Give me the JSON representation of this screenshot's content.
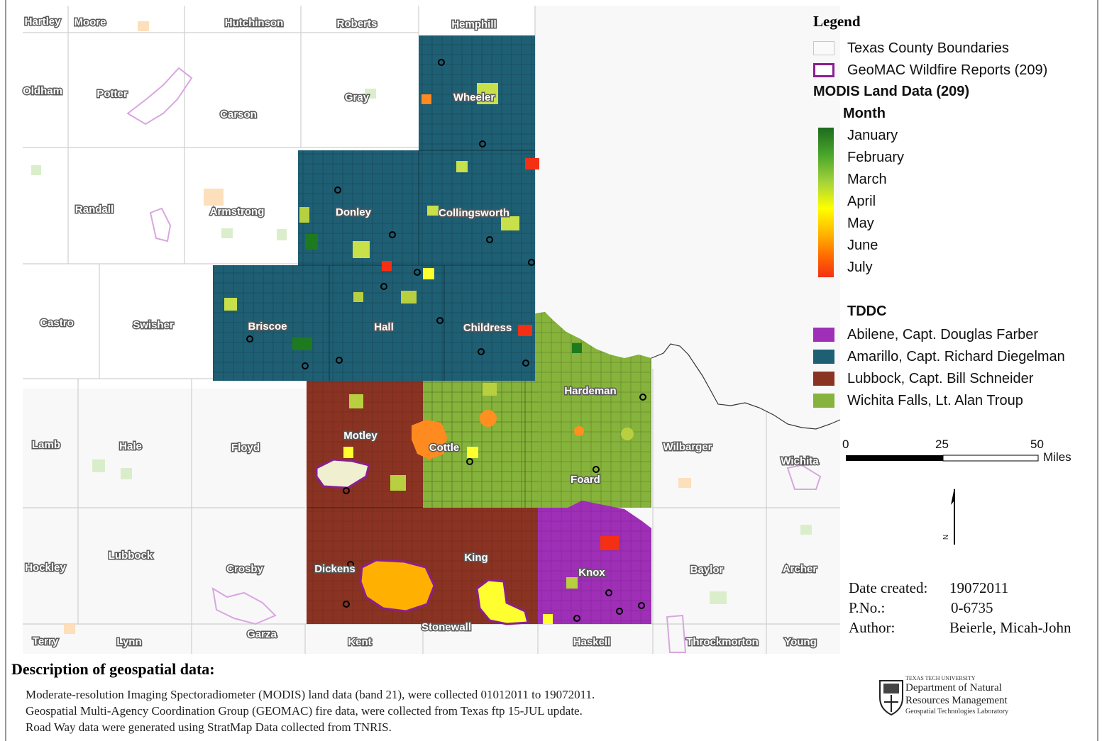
{
  "map": {
    "counties": [
      {
        "name": "Hartley",
        "tddc": "none"
      },
      {
        "name": "Moore",
        "tddc": "none"
      },
      {
        "name": "Hutchinson",
        "tddc": "none"
      },
      {
        "name": "Roberts",
        "tddc": "none"
      },
      {
        "name": "Hemphill",
        "tddc": "none"
      },
      {
        "name": "Oldham",
        "tddc": "none"
      },
      {
        "name": "Potter",
        "tddc": "none"
      },
      {
        "name": "Carson",
        "tddc": "none"
      },
      {
        "name": "Gray",
        "tddc": "none"
      },
      {
        "name": "Wheeler",
        "tddc": "amarillo"
      },
      {
        "name": "Randall",
        "tddc": "none"
      },
      {
        "name": "Armstrong",
        "tddc": "none"
      },
      {
        "name": "Donley",
        "tddc": "amarillo"
      },
      {
        "name": "Collingsworth",
        "tddc": "amarillo"
      },
      {
        "name": "Castro",
        "tddc": "none"
      },
      {
        "name": "Swisher",
        "tddc": "none"
      },
      {
        "name": "Briscoe",
        "tddc": "amarillo"
      },
      {
        "name": "Hall",
        "tddc": "amarillo"
      },
      {
        "name": "Childress",
        "tddc": "amarillo"
      },
      {
        "name": "Hardeman",
        "tddc": "wichita"
      },
      {
        "name": "Lamb",
        "tddc": "none"
      },
      {
        "name": "Hale",
        "tddc": "none"
      },
      {
        "name": "Floyd",
        "tddc": "none"
      },
      {
        "name": "Motley",
        "tddc": "lubbock"
      },
      {
        "name": "Cottle",
        "tddc": "wichita"
      },
      {
        "name": "Foard",
        "tddc": "wichita"
      },
      {
        "name": "Wilbarger",
        "tddc": "none"
      },
      {
        "name": "Wichita",
        "tddc": "none"
      },
      {
        "name": "Hockley",
        "tddc": "none"
      },
      {
        "name": "Lubbock",
        "tddc": "none"
      },
      {
        "name": "Crosby",
        "tddc": "none"
      },
      {
        "name": "Dickens",
        "tddc": "lubbock"
      },
      {
        "name": "King",
        "tddc": "lubbock"
      },
      {
        "name": "Knox",
        "tddc": "abilene"
      },
      {
        "name": "Baylor",
        "tddc": "none"
      },
      {
        "name": "Archer",
        "tddc": "none"
      },
      {
        "name": "Terry",
        "tddc": "none"
      },
      {
        "name": "Lynn",
        "tddc": "none"
      },
      {
        "name": "Garza",
        "tddc": "none"
      },
      {
        "name": "Kent",
        "tddc": "none"
      },
      {
        "name": "Stonewall",
        "tddc": "none"
      },
      {
        "name": "Haskell",
        "tddc": "none"
      },
      {
        "name": "Throckmorton",
        "tddc": "none"
      },
      {
        "name": "Young",
        "tddc": "none"
      }
    ],
    "colors": {
      "amarillo": "#1f5f74",
      "lubbock": "#8a3322",
      "wichita": "#86b33b",
      "abilene": "#9e2fb6",
      "wildfire_outline": "#8a1f8f",
      "county_fill": "#fafafa",
      "county_border": "#cfcfcf"
    }
  },
  "legend": {
    "title": "Legend",
    "county_boundaries": "Texas County Boundaries",
    "wildfire_reports": "GeoMAC Wildfire Reports (209)",
    "modis_title": "MODIS Land Data (209)",
    "month_title": "Month",
    "months": [
      "January",
      "February",
      "March",
      "April",
      "May",
      "June",
      "July"
    ],
    "tddc_title": "TDDC",
    "tddc": [
      {
        "label": "Abilene, Capt. Douglas Farber",
        "color": "#9e2fb6"
      },
      {
        "label": "Amarillo, Capt. Richard Diegelman",
        "color": "#1f5f74"
      },
      {
        "label": "Lubbock, Capt. Bill Schneider",
        "color": "#8a3322"
      },
      {
        "label": "Wichita Falls, Lt. Alan Troup",
        "color": "#86b33b"
      }
    ]
  },
  "scale_bar": {
    "tick0": "0",
    "tick1": "25",
    "tick2": "50",
    "unit": "Miles"
  },
  "north_arrow": {
    "label": "N"
  },
  "meta": {
    "date_label": "Date created:",
    "date_value": "19072011",
    "pno_label": "P.No.:",
    "pno_value": "0-6735",
    "author_label": "Author:",
    "author_value": "Beierle, Micah-John"
  },
  "description": {
    "title": "Description of geospatial data:",
    "lines": [
      "Moderate-resolution Imaging Spectoradiometer (MODIS) land data (band 21), were collected  01012011 to 19072011.",
      "Geospatial Multi-Agency Coordination Group (GEOMAC) fire data, were collected from Texas ftp 15-JUL update.",
      "Road Way data were generated using StratMap Data collected from TNRIS."
    ]
  },
  "logo": {
    "line1": "TEXAS TECH UNIVERSITY",
    "line2": "Department of Natural",
    "line3": "Resources Management",
    "line4": "Geospatial Technologies Laboratory"
  }
}
